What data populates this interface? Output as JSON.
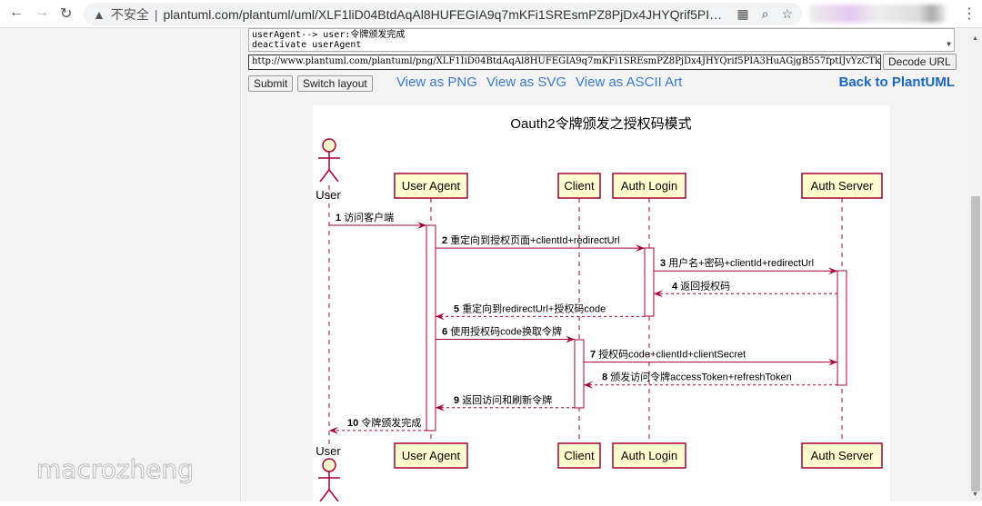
{
  "browser": {
    "security_label": "不安全",
    "url": "plantuml.com/plantuml/uml/XLF1liD04BtdAqAl8HUFEGIA9q7mKFi1SREsmPZ8PjDx4JHYQrif5PIA3HuAGjg..."
  },
  "editor": {
    "source_lines": [
      "userAgent--> user:令牌颁发完成",
      "deactivate userAgent"
    ],
    "url_value": "http://www.plantuml.com/plantuml/png/XLF1IiD04BtdAqAl8HUFEGIA9q7mKFi1SREsmPZ8PjDx4JHYQrif5PIA3HuAGjgB557fptIJvYzCTk",
    "decode_label": "Decode URL",
    "submit_label": "Submit",
    "switch_label": "Switch layout",
    "links": [
      "View as PNG",
      "View as SVG",
      "View as ASCII Art"
    ],
    "back_label": "Back to PlantUML"
  },
  "diagram": {
    "title": "Oauth2令牌颁发之授权码模式",
    "actor": "User",
    "participants": [
      "User Agent",
      "Client",
      "Auth Login",
      "Auth Server"
    ],
    "messages": [
      {
        "n": "1",
        "text": "访问客户端",
        "from": 0,
        "to": 1,
        "dashed": false
      },
      {
        "n": "2",
        "text": "重定向到授权页面+clientId+redirectUrl",
        "from": 1,
        "to": 3,
        "dashed": false
      },
      {
        "n": "3",
        "text": "用户名+密码+clientId+redirectUrl",
        "from": 3,
        "to": 4,
        "dashed": false
      },
      {
        "n": "4",
        "text": "返回授权码",
        "from": 4,
        "to": 3,
        "dashed": true
      },
      {
        "n": "5",
        "text": "重定向到redirectUrl+授权码code",
        "from": 3,
        "to": 1,
        "dashed": true
      },
      {
        "n": "6",
        "text": "使用授权码code换取令牌",
        "from": 1,
        "to": 2,
        "dashed": false
      },
      {
        "n": "7",
        "text": "授权码code+clientId+clientSecret",
        "from": 2,
        "to": 4,
        "dashed": false
      },
      {
        "n": "8",
        "text": "颁发访问令牌accessToken+refreshToken",
        "from": 4,
        "to": 2,
        "dashed": true
      },
      {
        "n": "9",
        "text": "返回访问和刷新令牌",
        "from": 2,
        "to": 1,
        "dashed": true
      },
      {
        "n": "10",
        "text": "令牌颁发完成",
        "from": 1,
        "to": 0,
        "dashed": true
      }
    ],
    "colors": {
      "line": "#a80036",
      "box": "#fefece"
    }
  },
  "watermark": "macrozheng"
}
